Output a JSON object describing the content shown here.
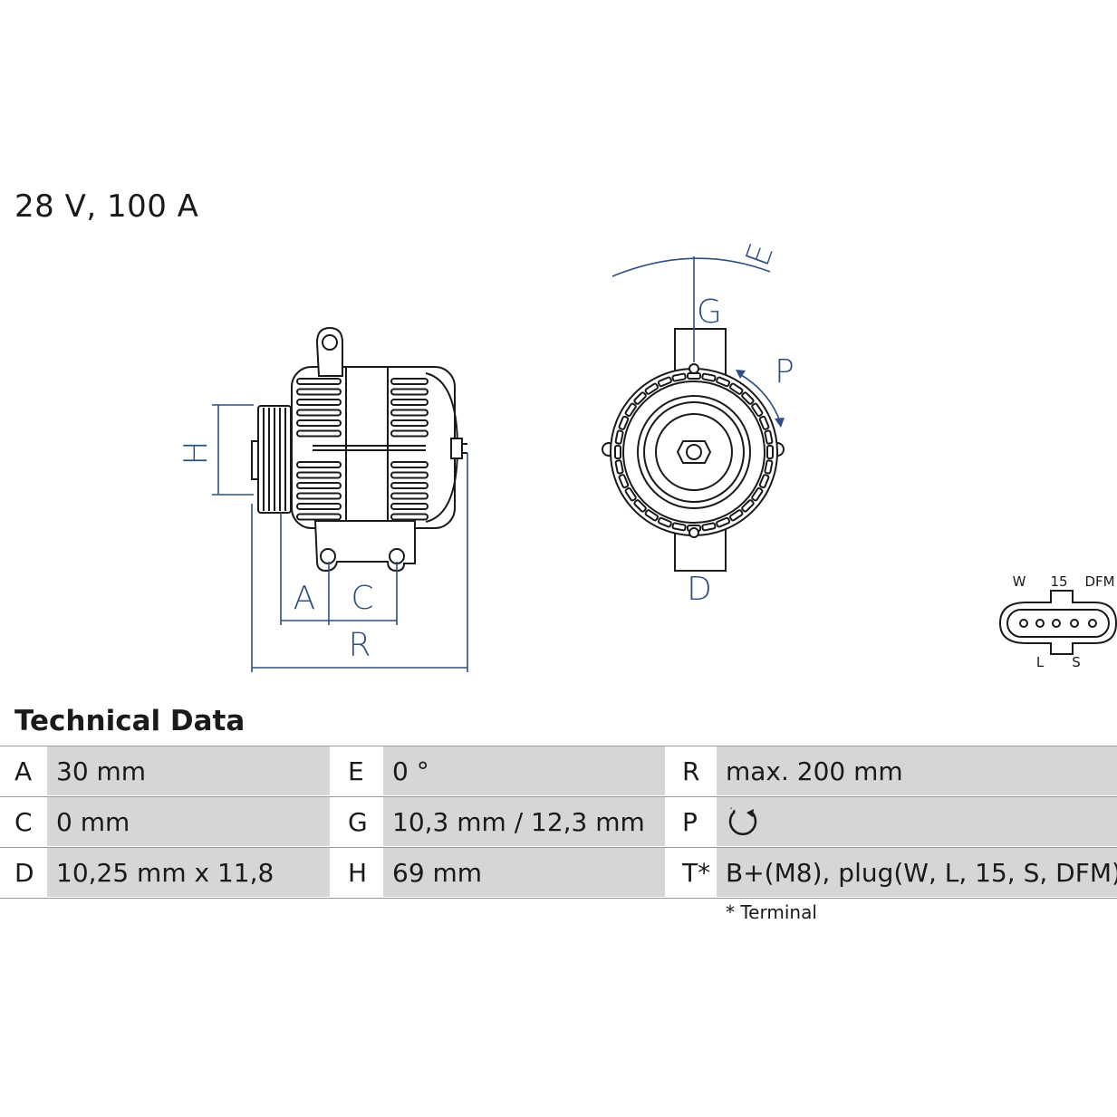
{
  "rating": "28 V, 100 A",
  "section_title": "Technical Data",
  "dimension_labels": {
    "H": "H",
    "A": "A",
    "C": "C",
    "R": "R",
    "E": "E",
    "G": "G",
    "P": "P",
    "D": "D"
  },
  "plug_labels": {
    "top": [
      "W",
      "15",
      "DFM"
    ],
    "bottom": [
      "L",
      "S"
    ]
  },
  "spec_rows": [
    [
      {
        "key": "A",
        "value": "30 mm"
      },
      {
        "key": "E",
        "value": "0 °"
      },
      {
        "key": "R",
        "value": "max. 200 mm"
      }
    ],
    [
      {
        "key": "C",
        "value": "0 mm"
      },
      {
        "key": "G",
        "value": "10,3 mm / 12,3 mm"
      },
      {
        "key": "P",
        "value": "",
        "icon": "clockwise-rotation-icon"
      }
    ],
    [
      {
        "key": "D",
        "value": "10,25 mm x 11,8"
      },
      {
        "key": "H",
        "value": "69 mm"
      },
      {
        "key": "T*",
        "value": "B+(M8), plug(W, L, 15, S, DFM)"
      }
    ]
  ],
  "footnote": "* Terminal",
  "colors": {
    "dimension_lines": "#2d4f83",
    "value_cell_bg": "#d6d6d6",
    "rule": "#9a9a9a"
  }
}
